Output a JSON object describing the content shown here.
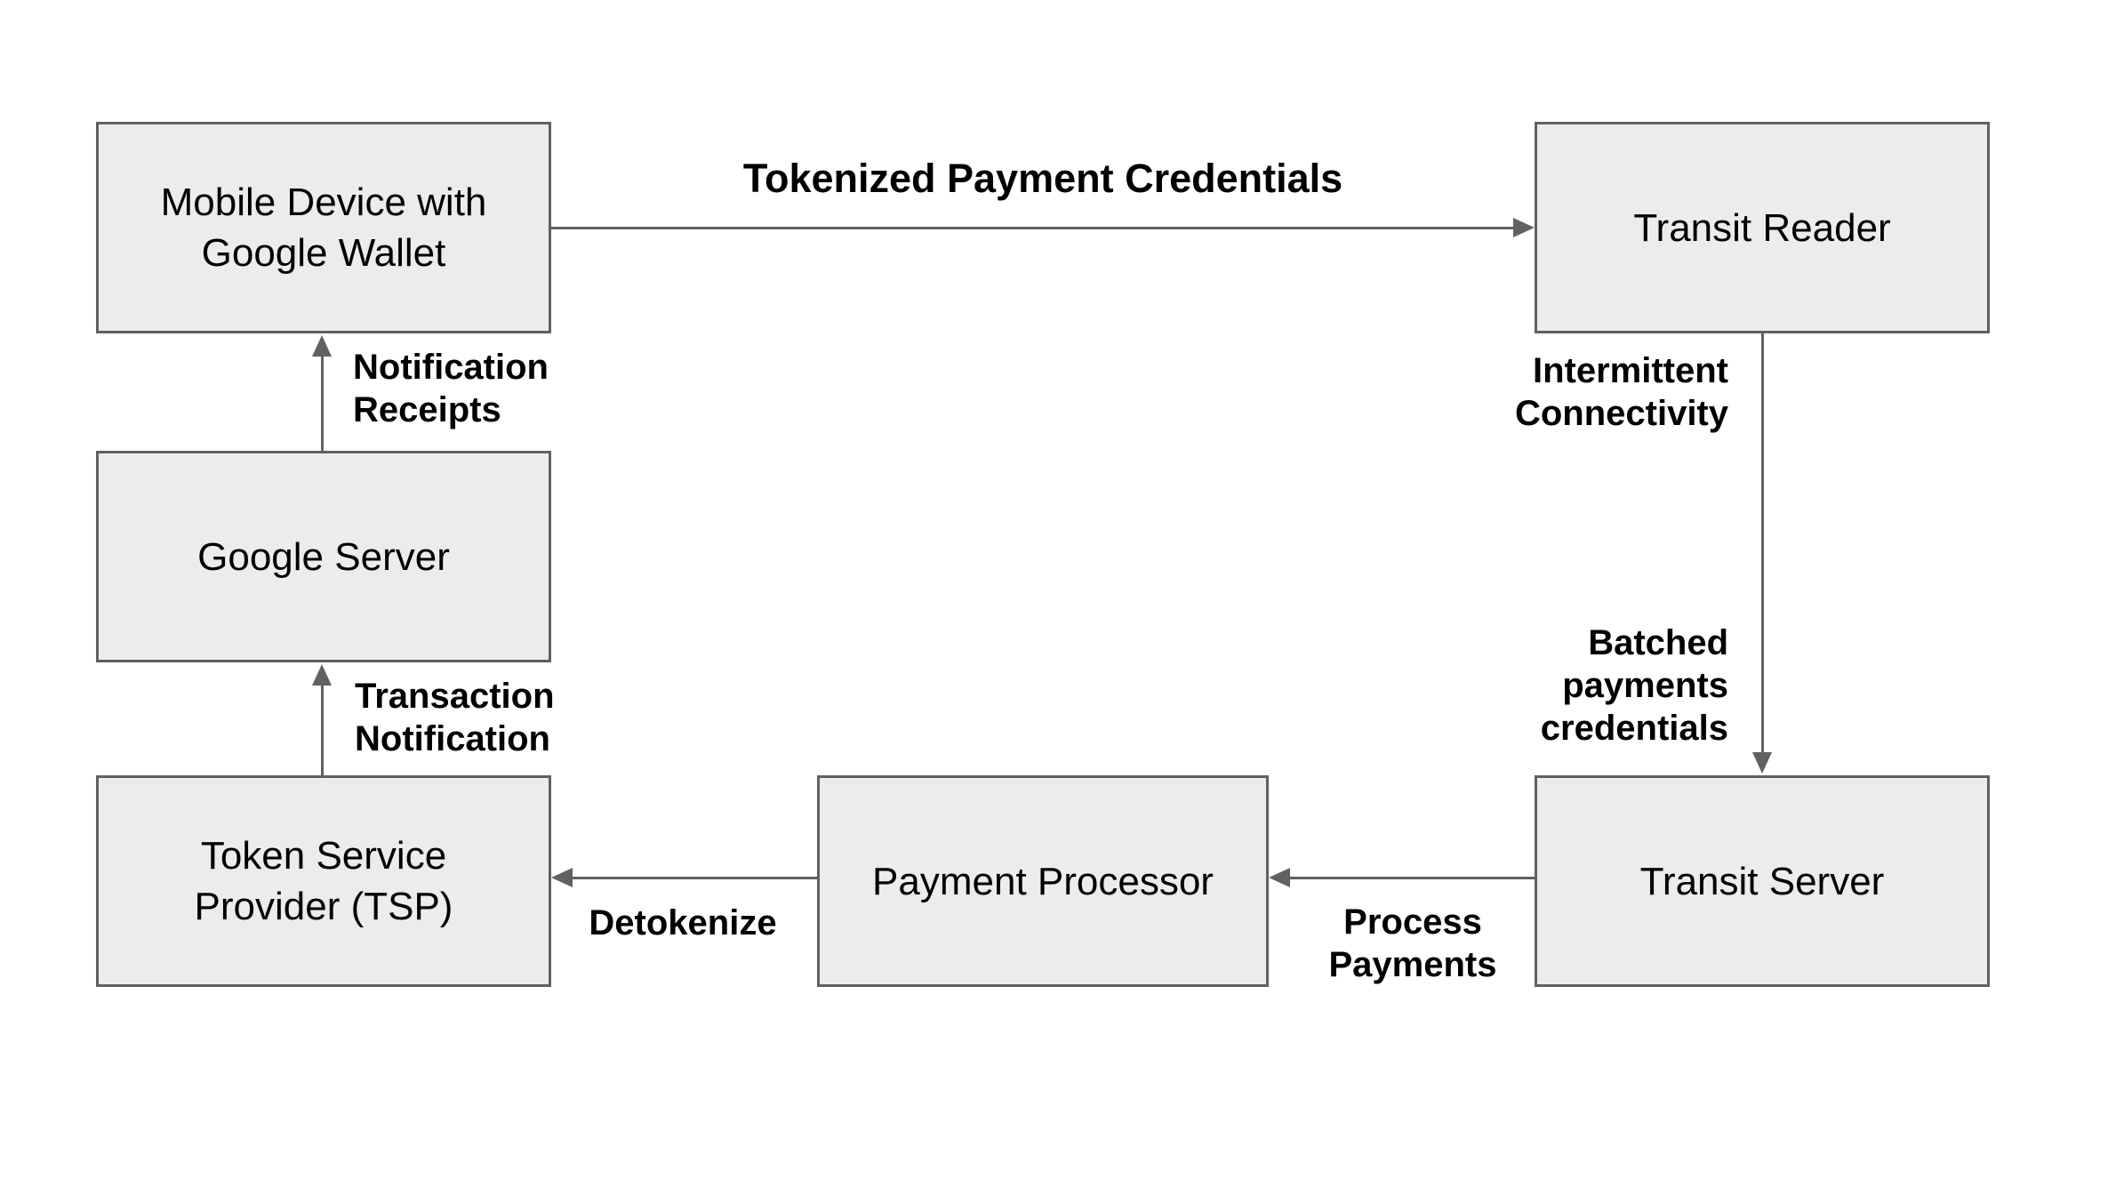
{
  "colors": {
    "background": "#ffffff",
    "box_fill": "#ececec",
    "box_border": "#606060",
    "arrow": "#616161",
    "text": "#000000"
  },
  "nodes": {
    "mobile_device": {
      "label": "Mobile Device with\nGoogle Wallet"
    },
    "transit_reader": {
      "label": "Transit Reader"
    },
    "google_server": {
      "label": "Google Server"
    },
    "tsp": {
      "label": "Token Service\nProvider (TSP)"
    },
    "payment_processor": {
      "label": "Payment Processor"
    },
    "transit_server": {
      "label": "Transit Server"
    }
  },
  "edge_labels": {
    "tokenized_payment_credentials": "Tokenized Payment Credentials",
    "notification_receipts": "Notification\nReceipts",
    "transaction_notification": "Transaction\nNotification",
    "intermittent_connectivity": "Intermittent\nConnectivity",
    "batched_payments_credentials": "Batched\npayments\ncredentials",
    "process_payments": "Process\nPayments",
    "detokenize": "Detokenize"
  }
}
